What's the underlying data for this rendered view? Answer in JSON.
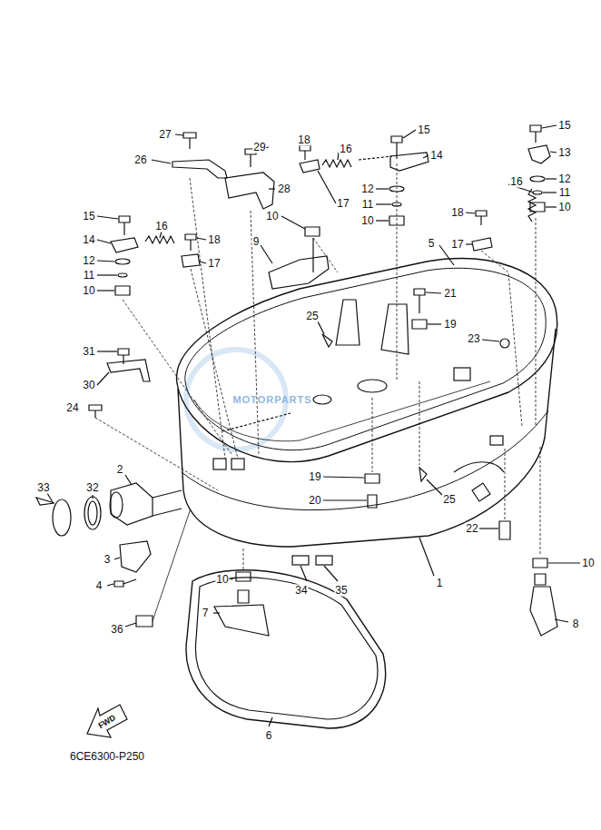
{
  "diagram": {
    "labels": [
      "27",
      "29",
      "18",
      "16",
      "15",
      "14",
      "15",
      "13",
      "26",
      "28",
      "17",
      "12",
      "11",
      "10",
      "16",
      "12",
      "11",
      "10",
      "15",
      "16",
      "18",
      "14",
      "12",
      "11",
      "10",
      "17",
      "10",
      "9",
      "5",
      "18",
      "17",
      "21",
      "19",
      "25",
      "23",
      "31",
      "30",
      "24",
      "2",
      "33",
      "32",
      "3",
      "4",
      "36",
      "19",
      "20",
      "25",
      "22",
      "10",
      "7",
      "34",
      "35",
      "1",
      "10",
      "8",
      "6",
      "FWD",
      "6CE6300-P250",
      "MOTORPARTS"
    ]
  }
}
